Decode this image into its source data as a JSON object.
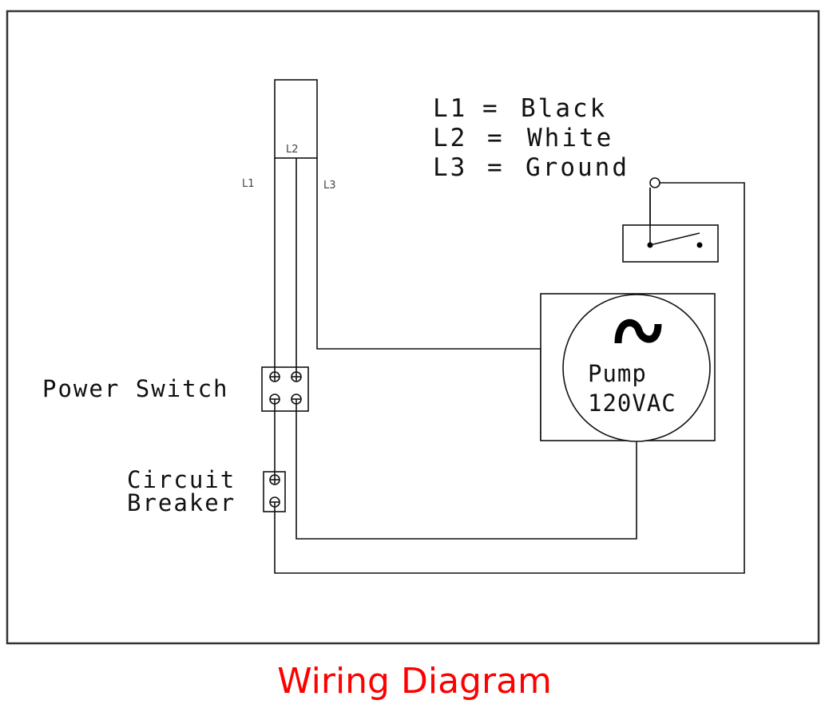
{
  "title": "Wiring Diagram",
  "title_color": "#ff0000",
  "legend": [
    {
      "wire": "L1",
      "eq": "=",
      "color": "Black"
    },
    {
      "wire": "L2",
      "eq": "=",
      "color": "White"
    },
    {
      "wire": "L3",
      "eq": "=",
      "color": "Ground"
    }
  ],
  "plug": {
    "labels": {
      "l1": "L1",
      "l2": "L2",
      "l3": "L3"
    }
  },
  "components": {
    "power_switch": {
      "label": "Power Switch"
    },
    "circuit_breaker": {
      "label_line1": "Circuit",
      "label_line2": "Breaker"
    },
    "pump": {
      "symbol": "~",
      "label_line1": "Pump",
      "label_line2": "120VAC"
    },
    "float_switch": {
      "label": ""
    }
  }
}
